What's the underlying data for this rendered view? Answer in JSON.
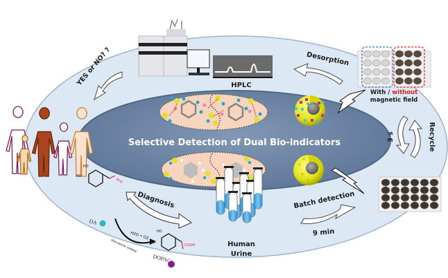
{
  "title": "Selective Detection of Dual Bio-indicators",
  "labels": {
    "hplc": "HPLC",
    "desorption": "Desorption",
    "magnetic_with": "With /",
    "magnetic_without": "without",
    "magnetic_field": "magnetic field",
    "recycle": "Recycle",
    "recycle_time": "3 s",
    "batch_detection": "Batch detection",
    "batch_time": "9 min",
    "human": "Human",
    "urine": "Urine",
    "diagnosis": "Diagnosis",
    "yes_no": "YES or NO? ?"
  },
  "chemistry": {
    "substrate": "DA",
    "product": "DOPAC",
    "reagents": "H2O + O2",
    "enzyme": "Monoamine oxidase",
    "substrate_group": "NH2",
    "product_group": "COOH",
    "hydroxyl": "HO"
  },
  "colors": {
    "outer_ring": "#dce9f5",
    "outer_ring_edge": "#9fb3c8",
    "inner_ellipse": "#6e87a8",
    "inner_ellipse_edge": "#4f6685",
    "molecule_pad": "#f7d4bd",
    "sphere_yellow": "#e8e81c",
    "with_box": "#3a6fb0",
    "without_box": "#e02020",
    "tube_liquid": "#4aa8e0",
    "da_dot": "#2fb3c0",
    "dopac_dot": "#8a1f8a",
    "chem_red": "#e02020"
  },
  "icons": [
    "hplc-instrument-icon",
    "chromatogram-icon",
    "well-plate-icon",
    "nanosphere-icon",
    "test-tubes-icon",
    "human-figures-icon",
    "curved-arrow-icon",
    "recycle-arrows-icon",
    "lightning-arrow-icon"
  ]
}
